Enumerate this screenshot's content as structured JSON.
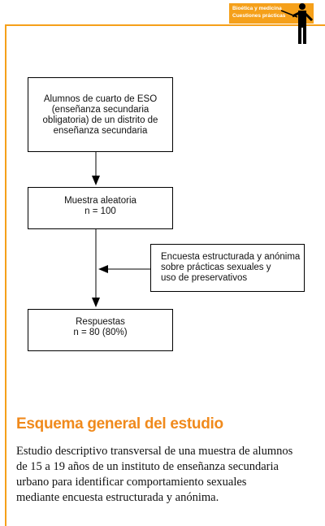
{
  "header_tag": {
    "line1": "Bioética y medicina",
    "line2": "Cuestiones prácticas"
  },
  "flowchart": {
    "population": [
      "Alumnos de cuarto de ESO",
      "(enseñanza secundaria",
      "obligatoria) de un distrito de",
      "enseñanza secundaria"
    ],
    "sample": [
      "Muestra aleatoria",
      "n = 100"
    ],
    "survey": [
      "Encuesta estructurada y anónima",
      "sobre prácticas sexuales y",
      "uso de preservativos"
    ],
    "responses": [
      "Respuestas",
      "n = 80 (80%)"
    ]
  },
  "section": {
    "title": "Esquema general del estudio",
    "body": [
      "Estudio descriptivo transversal de una muestra de alumnos",
      "de 15 a 19 años de un instituto de enseñanza secundaria",
      "urbano para identificar comportamiento sexuales",
      "mediante encuesta estructurada y anónima."
    ]
  },
  "colors": {
    "accent": "#f5a01a",
    "title": "#f08a1c"
  }
}
